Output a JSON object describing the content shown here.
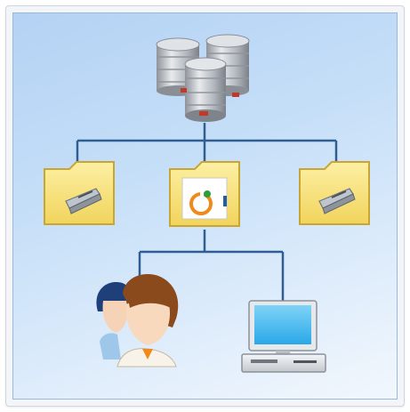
{
  "diagram": {
    "nodes": [
      {
        "id": "database-server",
        "icon": "database-stack-icon"
      },
      {
        "id": "scanner-folder-left",
        "icon": "folder-scanner-icon"
      },
      {
        "id": "app-folder-center",
        "icon": "folder-app-icon"
      },
      {
        "id": "scanner-folder-right",
        "icon": "folder-scanner-icon"
      },
      {
        "id": "users",
        "icon": "users-icon"
      },
      {
        "id": "workstation",
        "icon": "computer-icon"
      }
    ],
    "edges": [
      [
        "database-server",
        "scanner-folder-left"
      ],
      [
        "database-server",
        "app-folder-center"
      ],
      [
        "database-server",
        "scanner-folder-right"
      ],
      [
        "app-folder-center",
        "users"
      ],
      [
        "app-folder-center",
        "workstation"
      ]
    ],
    "colors": {
      "line": "#2f5f92",
      "folder": "#f7e27a",
      "folder_edge": "#c9a534",
      "background_top": "#b4d2f4",
      "background_bottom": "#f2f7fd"
    }
  }
}
